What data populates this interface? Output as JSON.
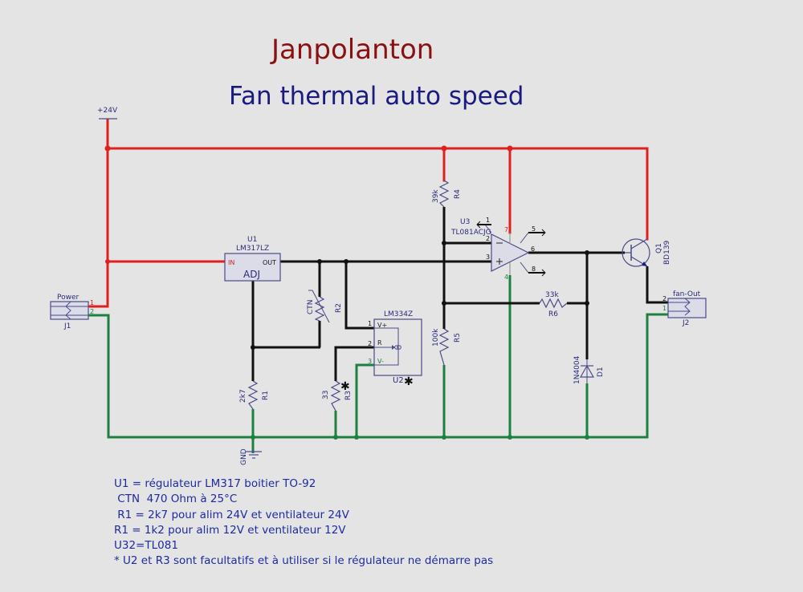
{
  "title": "Janpolanton",
  "subtitle": "Fan thermal auto speed",
  "colors": {
    "title": "#8b1010",
    "subtitle": "#1a1a80",
    "power_wire": "#e02020",
    "ground_wire": "#1e8040",
    "signal_wire": "#111111",
    "component": "#4a4a8a",
    "notes": "#1e2aa0",
    "background": "#e4e4e4"
  },
  "supply": {
    "label": "+24V"
  },
  "ground": {
    "label": "GND"
  },
  "components": {
    "J1": {
      "ref": "J1",
      "name": "Power",
      "pins": [
        "1",
        "2"
      ]
    },
    "J2": {
      "ref": "J2",
      "name": "fan-Out",
      "pins": [
        "2",
        "1"
      ]
    },
    "U1": {
      "ref": "U1",
      "part": "LM317LZ",
      "pin_in": "IN",
      "pin_out": "OUT",
      "pin_adj": "ADJ"
    },
    "U2": {
      "ref": "U2",
      "part": "LM334Z",
      "mark": "✱",
      "pins": [
        {
          "num": "1",
          "name": "V+"
        },
        {
          "num": "2",
          "name": "R"
        },
        {
          "num": "3",
          "name": "V-"
        }
      ]
    },
    "U3": {
      "ref": "U3",
      "part": "TL081ACJG",
      "pins": {
        "p1": "1",
        "p2": "2",
        "p3": "3",
        "p4": "4",
        "p5": "5",
        "p6": "6",
        "p7": "7",
        "p8": "8",
        "minus": "−",
        "plus": "+"
      }
    },
    "Q1": {
      "ref": "Q1",
      "part": "BD139"
    },
    "D1": {
      "ref": "D1",
      "part": "1N4004"
    },
    "R1": {
      "ref": "R1",
      "value": "2k7"
    },
    "R2": {
      "ref": "R2",
      "value": "CTN"
    },
    "R3": {
      "ref": "R3",
      "value": "33",
      "mark": "✱"
    },
    "R4": {
      "ref": "R4",
      "value": "39k"
    },
    "R5": {
      "ref": "R5",
      "value": "100k"
    },
    "R6": {
      "ref": "R6",
      "value": "33k"
    }
  },
  "notes": [
    "U1 = régulateur LM317 boitier TO-92",
    " CTN  470 Ohm à 25°C",
    " R1 = 2k7 pour alim 24V et ventilateur 24V",
    "R1 = 1k2 pour alim 12V et ventilateur 12V",
    "U32=TL081",
    "* U2 et R3 sont facultatifs et à utiliser si le régulateur ne démarre pas"
  ]
}
